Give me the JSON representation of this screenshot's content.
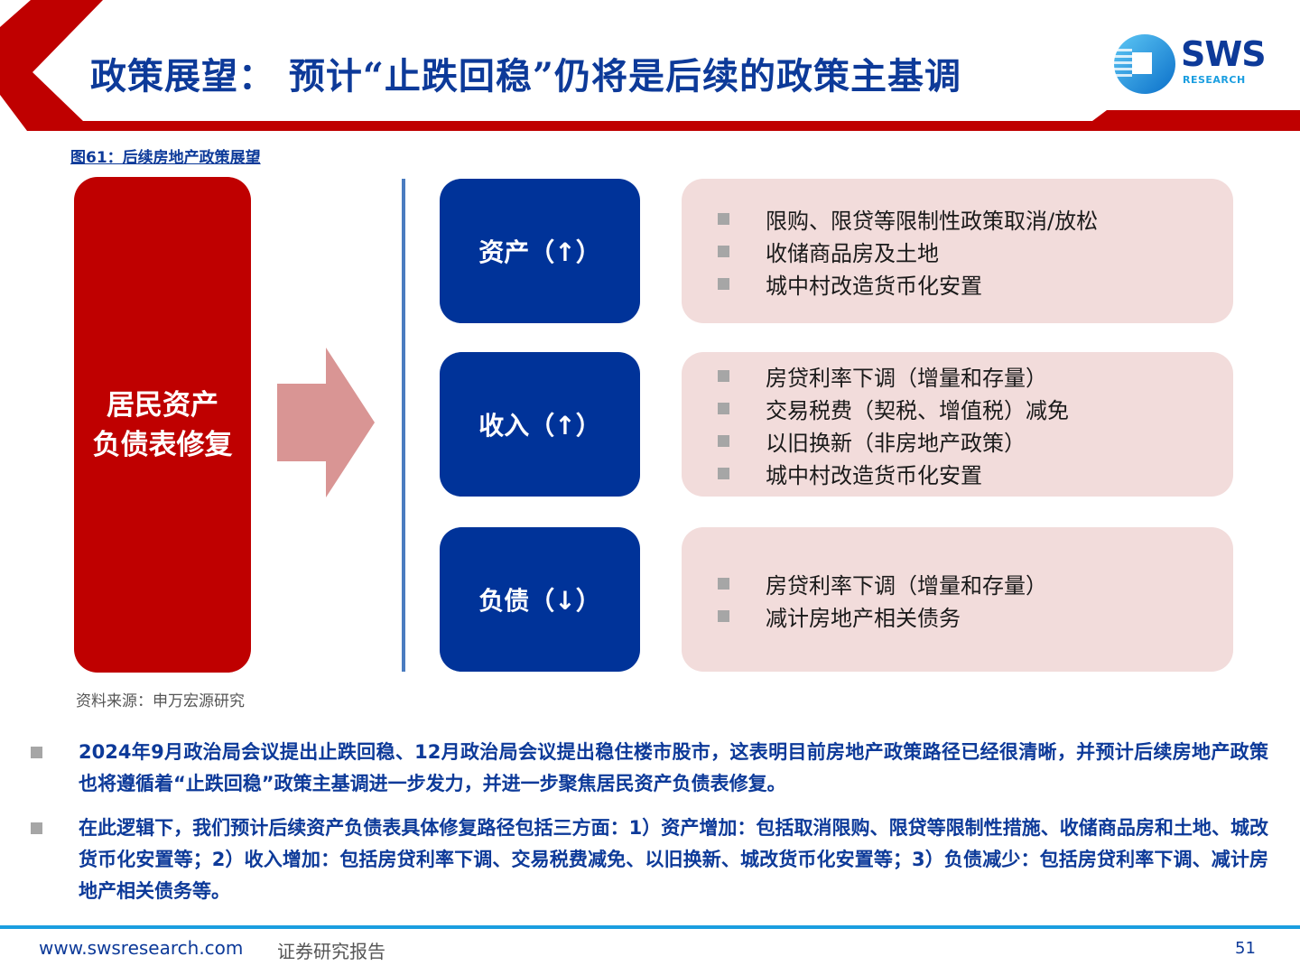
{
  "header": {
    "title": "政策展望： 预计“止跌回稳”仍将是后续的政策主基调",
    "logo": {
      "name": "SWS",
      "subtitle": "RESEARCH"
    },
    "colors": {
      "accent_red": "#bf0000",
      "title_blue": "#0d3a99",
      "logo_blue": "#1a9ee0"
    }
  },
  "figure": {
    "caption": "图61：后续房地产政策展望",
    "main_block": {
      "line1": "居民资产",
      "line2": "负债表修复"
    },
    "categories": [
      {
        "label": "资产（↑）",
        "items": [
          "限购、限贷等限制性政策取消/放松",
          "收储商品房及土地",
          "城中村改造货币化安置"
        ]
      },
      {
        "label": "收入（↑）",
        "items": [
          "房贷利率下调（增量和存量）",
          "交易税费（契税、增值税）减免",
          "以旧换新（非房地产政策）",
          "城中村改造货币化安置"
        ]
      },
      {
        "label": "负债（↓）",
        "items": [
          "房贷利率下调（增量和存量）",
          "减计房地产相关债务"
        ]
      }
    ],
    "source": "资料来源：申万宏源研究",
    "colors": {
      "category_box": "#003399",
      "detail_box": "#f2dcdb",
      "arrow": "#d99594",
      "divider": "#4a7cc0"
    }
  },
  "body": {
    "paragraphs": [
      "2024年9月政治局会议提出止跌回稳、12月政治局会议提出稳住楼市股市，这表明目前房地产政策路径已经很清晰，并预计后续房地产政策也将遵循着“止跌回稳”政策主基调进一步发力，并进一步聚焦居民资产负债表修复。",
      "在此逻辑下，我们预计后续资产负债表具体修复路径包括三方面：1）资产增加：包括取消限购、限贷等限制性措施、收储商品房和土地、城改货币化安置等；2）收入增加：包括房贷利率下调、交易税费减免、以旧换新、城改货币化安置等；3）负债减少：包括房贷利率下调、减计房地产相关债务等。"
    ]
  },
  "footer": {
    "url": "www.swsresearch.com",
    "label": "证券研究报告",
    "page_number": "51"
  }
}
